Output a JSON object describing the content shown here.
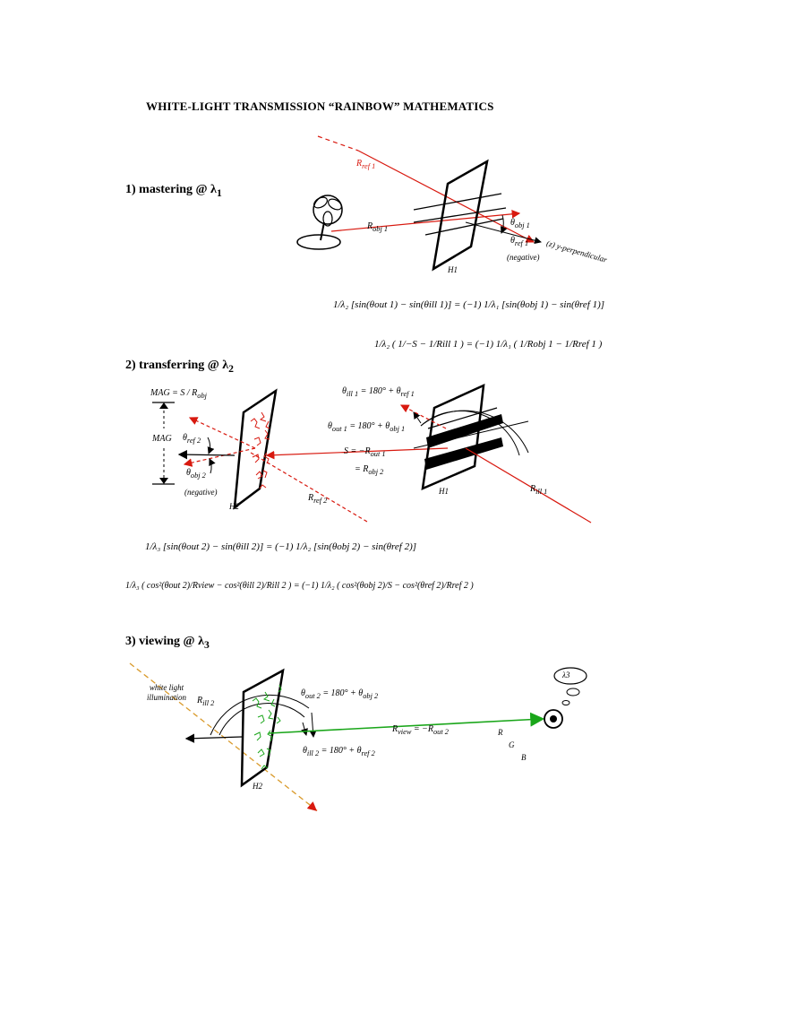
{
  "title": "WHITE-LIGHT TRANSMISSION “RAINBOW” MATHEMATICS",
  "steps": {
    "s1": "1) mastering @ λ",
    "s1_sub": "1",
    "s2": "2) transferring @ λ",
    "s2_sub": "2",
    "s3": "3) viewing @ λ",
    "s3_sub": "3"
  },
  "diagram1": {
    "r_ref1": "R",
    "r_ref1_sub": "ref 1",
    "r_obj1": "R",
    "r_obj1_sub": "obj 1",
    "theta_obj1": "θ",
    "theta_obj1_sub": "obj 1",
    "theta_ref1": "θ",
    "theta_ref1_sub": "ref 1",
    "negative": "(negative)",
    "plate": "H1",
    "axis": "(z) y-perpendicular"
  },
  "eq1": {
    "line1": "1/λ₂ [sin(θout 1) − sin(θill 1)] = (−1) 1/λ₁ [sin(θobj 1) − sin(θref 1)]",
    "line2": "1/λ₂ ( 1/−S − 1/Rill 1 ) = (−1) 1/λ₁ ( 1/Robj 1 − 1/Rref 1 )"
  },
  "diagram2": {
    "mag_eq": "MAG = S / R",
    "mag_eq_sub": "obj",
    "mag": "MAG",
    "theta_ref2": "θ",
    "theta_ref2_sub": "ref 2",
    "theta_obj2": "θ",
    "theta_obj2_sub": "obj 2",
    "negative": "(negative)",
    "plate_h2": "H2",
    "r_ref2": "R",
    "r_ref2_sub": "ref 2",
    "theta_ill1": "θ",
    "theta_ill1_rhs": "= 180° + θ",
    "theta_ill1_sub": "ill 1",
    "theta_ill1_rhs_sub": "ref 1",
    "theta_out1": "θ",
    "theta_out1_rhs": "= 180° + θ",
    "theta_out1_sub": "out 1",
    "theta_out1_rhs_sub": "obj 1",
    "s_eq": "S = −R",
    "s_eq_sub": "out 1",
    "r_obj2": "= R",
    "r_obj2_sub": "obj 2",
    "plate_h1": "H1",
    "r_ill1": "R",
    "r_ill1_sub": "ill 1"
  },
  "eq2": {
    "line1": "1/λ₃ [sin(θout 2) − sin(θill 2)] = (−1) 1/λ₂ [sin(θobj 2) − sin(θref 2)]",
    "line2": "1/λ₃ ( cos²(θout 2)/Rview − cos²(θill 2)/Rill 2 ) = (−1) 1/λ₂ ( cos²(θobj 2)/S − cos²(θref 2)/Rref 2 )"
  },
  "diagram3": {
    "white_light": "white light illumination",
    "r_ill2": "R",
    "r_ill2_sub": "ill 2",
    "theta_out2": "θ",
    "theta_out2_rhs": "= 180° + θ",
    "theta_out2_sub": "out 2",
    "theta_out2_rhs_sub": "obj 2",
    "theta_ill2": "θ",
    "theta_ill2_rhs": "= 180° + θ",
    "theta_ill2_sub": "ill 2",
    "theta_ill2_rhs_sub": "ref 2",
    "plate": "H2",
    "r_view": "R",
    "r_view_sub": "view",
    "r_view_rhs": "= −R",
    "r_view_rhs_sub": "out 2",
    "rgb_r": "R",
    "rgb_g": "G",
    "rgb_b": "B",
    "thought": "λ3"
  },
  "colors": {
    "red": "#d8190f",
    "green": "#1aa61a",
    "orange": "#d99a2b"
  }
}
